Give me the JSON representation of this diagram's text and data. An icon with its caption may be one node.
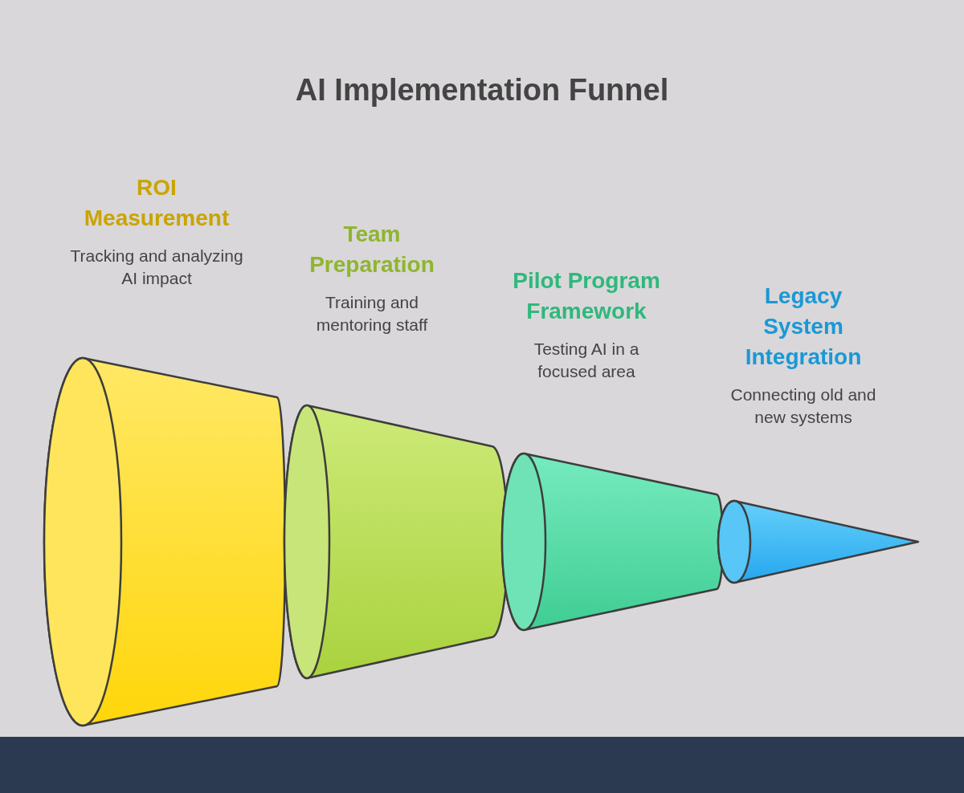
{
  "diagram": {
    "title": "AI Implementation Funnel",
    "labels": [
      "ROI Measurement",
      "Tracking and analyzing AI impact",
      "Team Preparation",
      "Training and mentoring staff",
      "Pilot Program Framework",
      "Testing AI in a focused area",
      "Legacy System Integration",
      "Connecting old and new systems"
    ]
  }
}
